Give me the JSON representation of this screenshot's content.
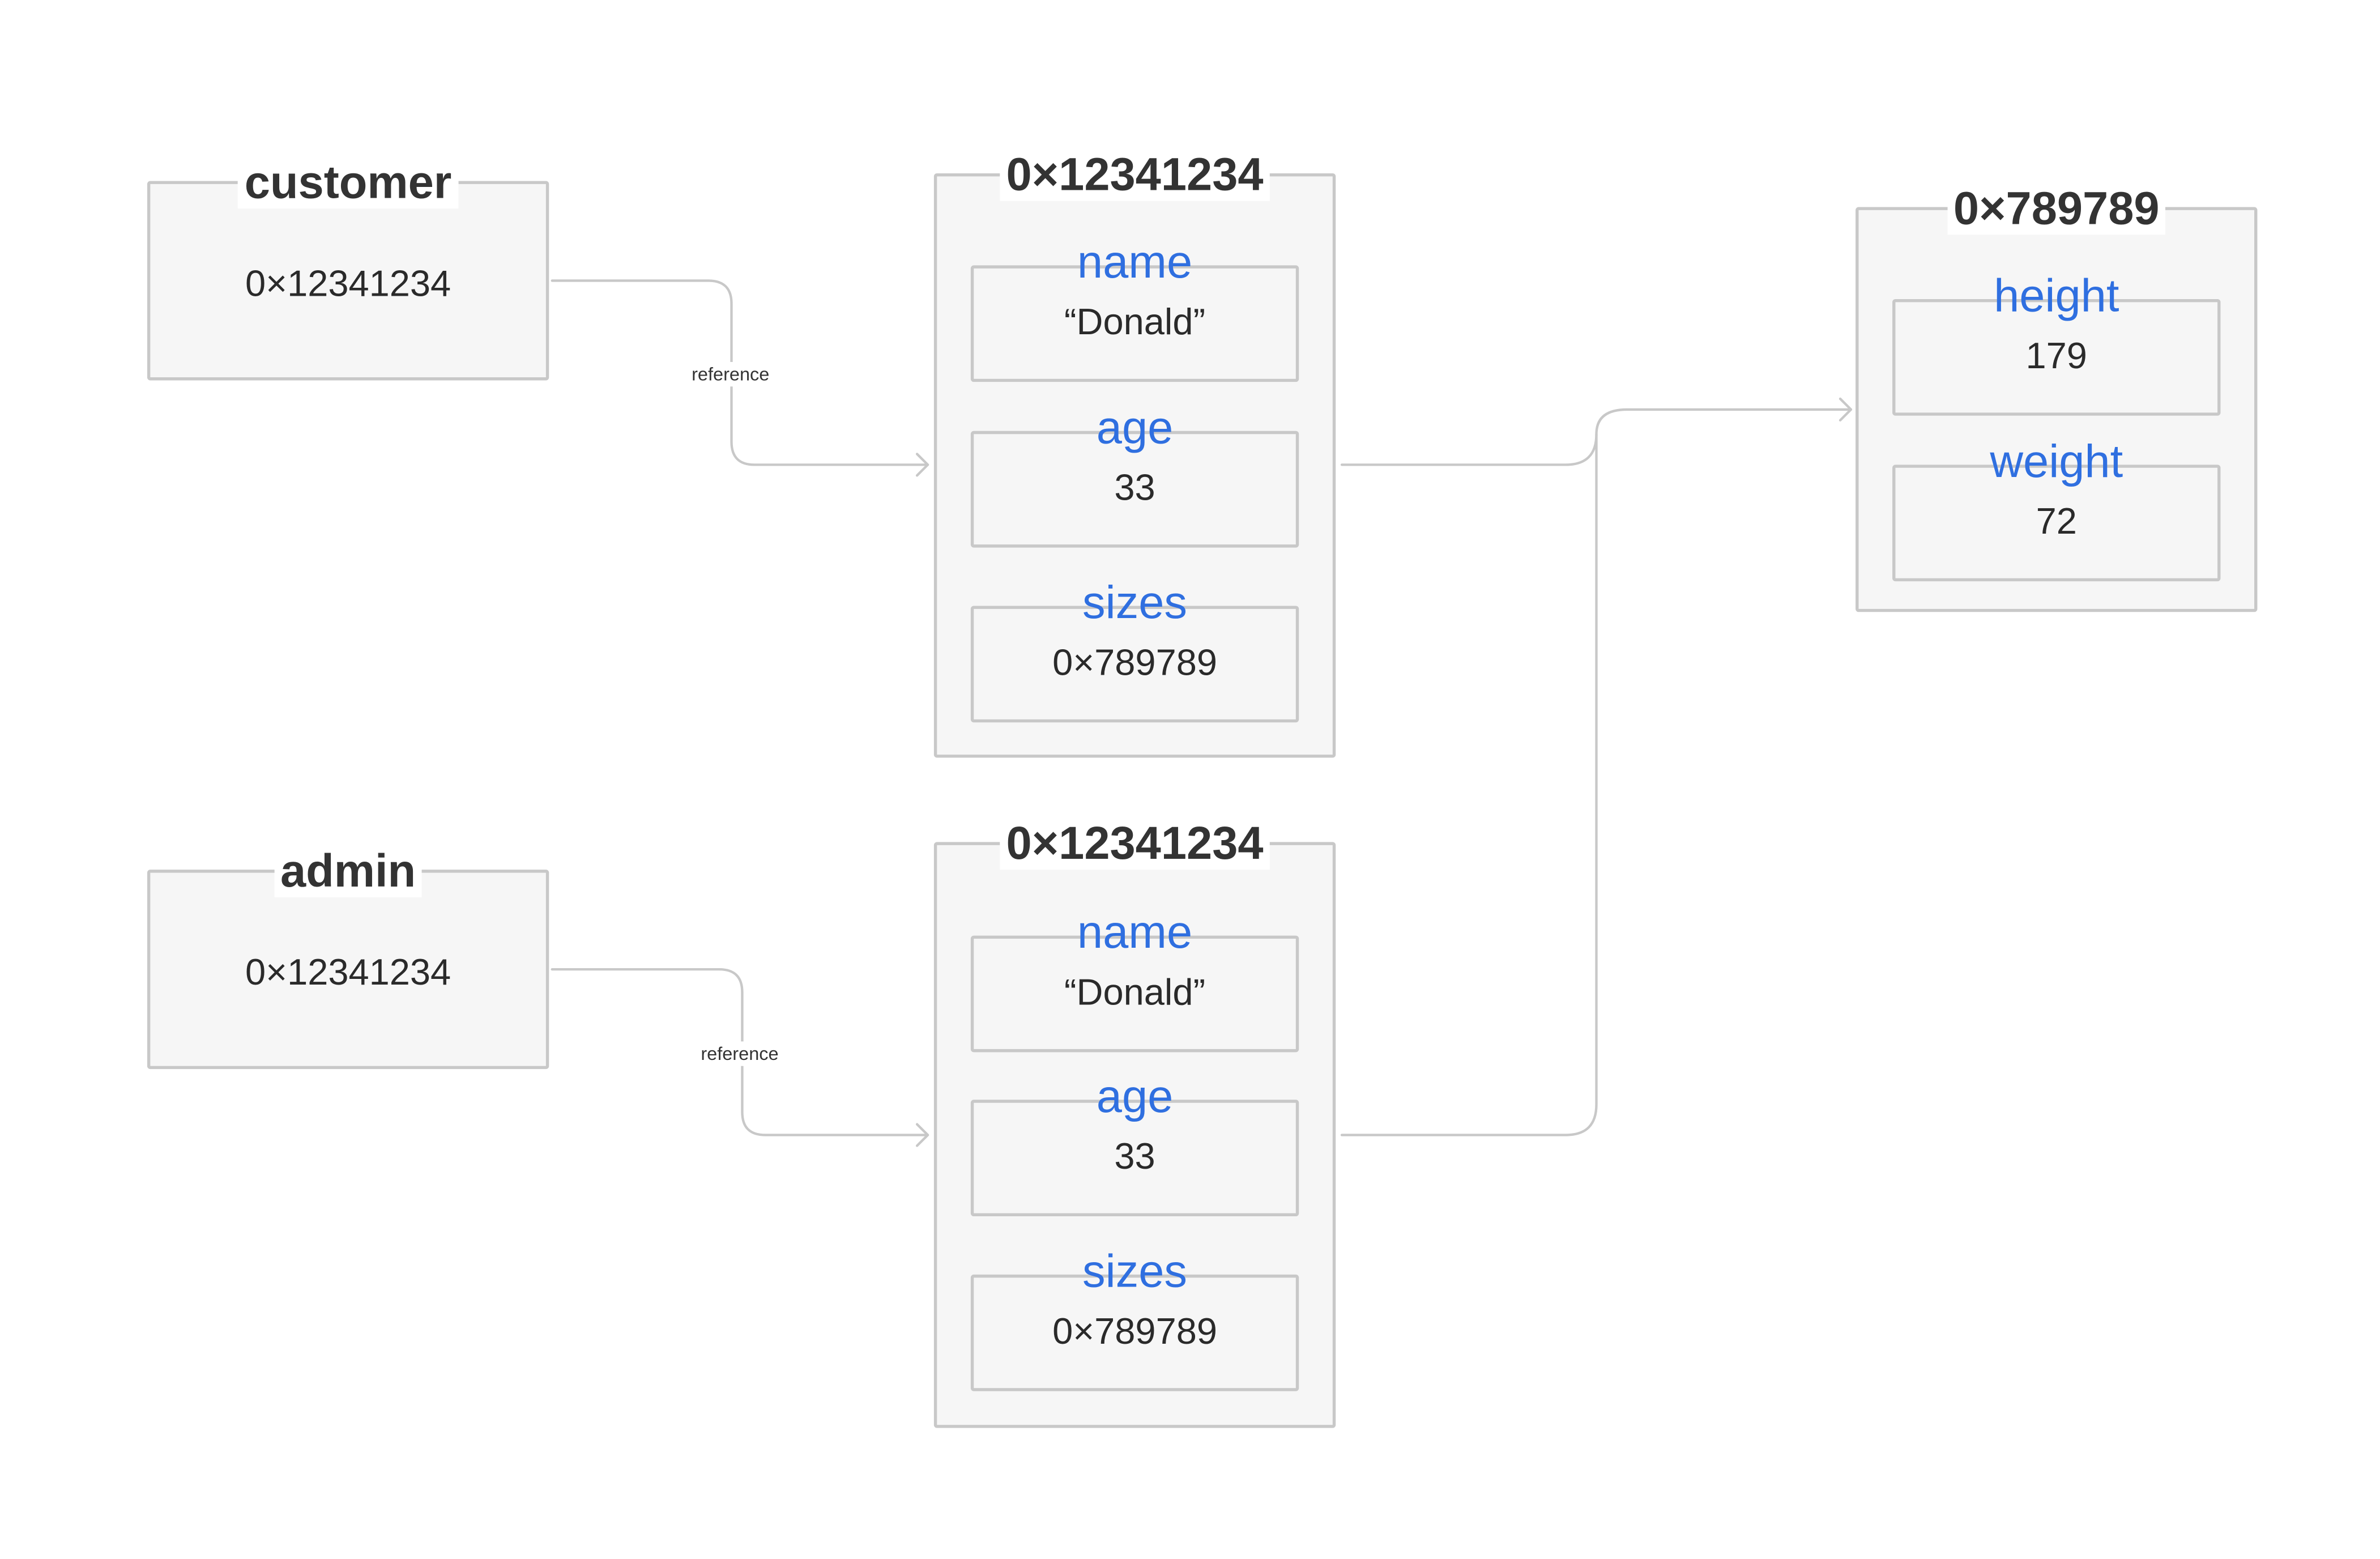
{
  "variables": [
    {
      "name": "customer",
      "value": "0×12341234"
    },
    {
      "name": "admin",
      "value": "0×12341234"
    }
  ],
  "objects": [
    {
      "address": "0×12341234",
      "fields": [
        {
          "label": "name",
          "value": "“Donald”"
        },
        {
          "label": "age",
          "value": "33"
        },
        {
          "label": "sizes",
          "value": "0×789789"
        }
      ]
    },
    {
      "address": "0×12341234",
      "fields": [
        {
          "label": "name",
          "value": "“Donald”"
        },
        {
          "label": "age",
          "value": "33"
        },
        {
          "label": "sizes",
          "value": "0×789789"
        }
      ]
    }
  ],
  "sizes_object": {
    "address": "0×789789",
    "fields": [
      {
        "label": "height",
        "value": "179"
      },
      {
        "label": "weight",
        "value": "72"
      }
    ]
  },
  "connectors": {
    "customer_label": "reference",
    "admin_label": "reference"
  },
  "colors": {
    "field_label": "#2f6fe0",
    "box_border": "#c8c8c8",
    "box_fill": "#f6f6f6",
    "connector": "#c8c8c8"
  }
}
